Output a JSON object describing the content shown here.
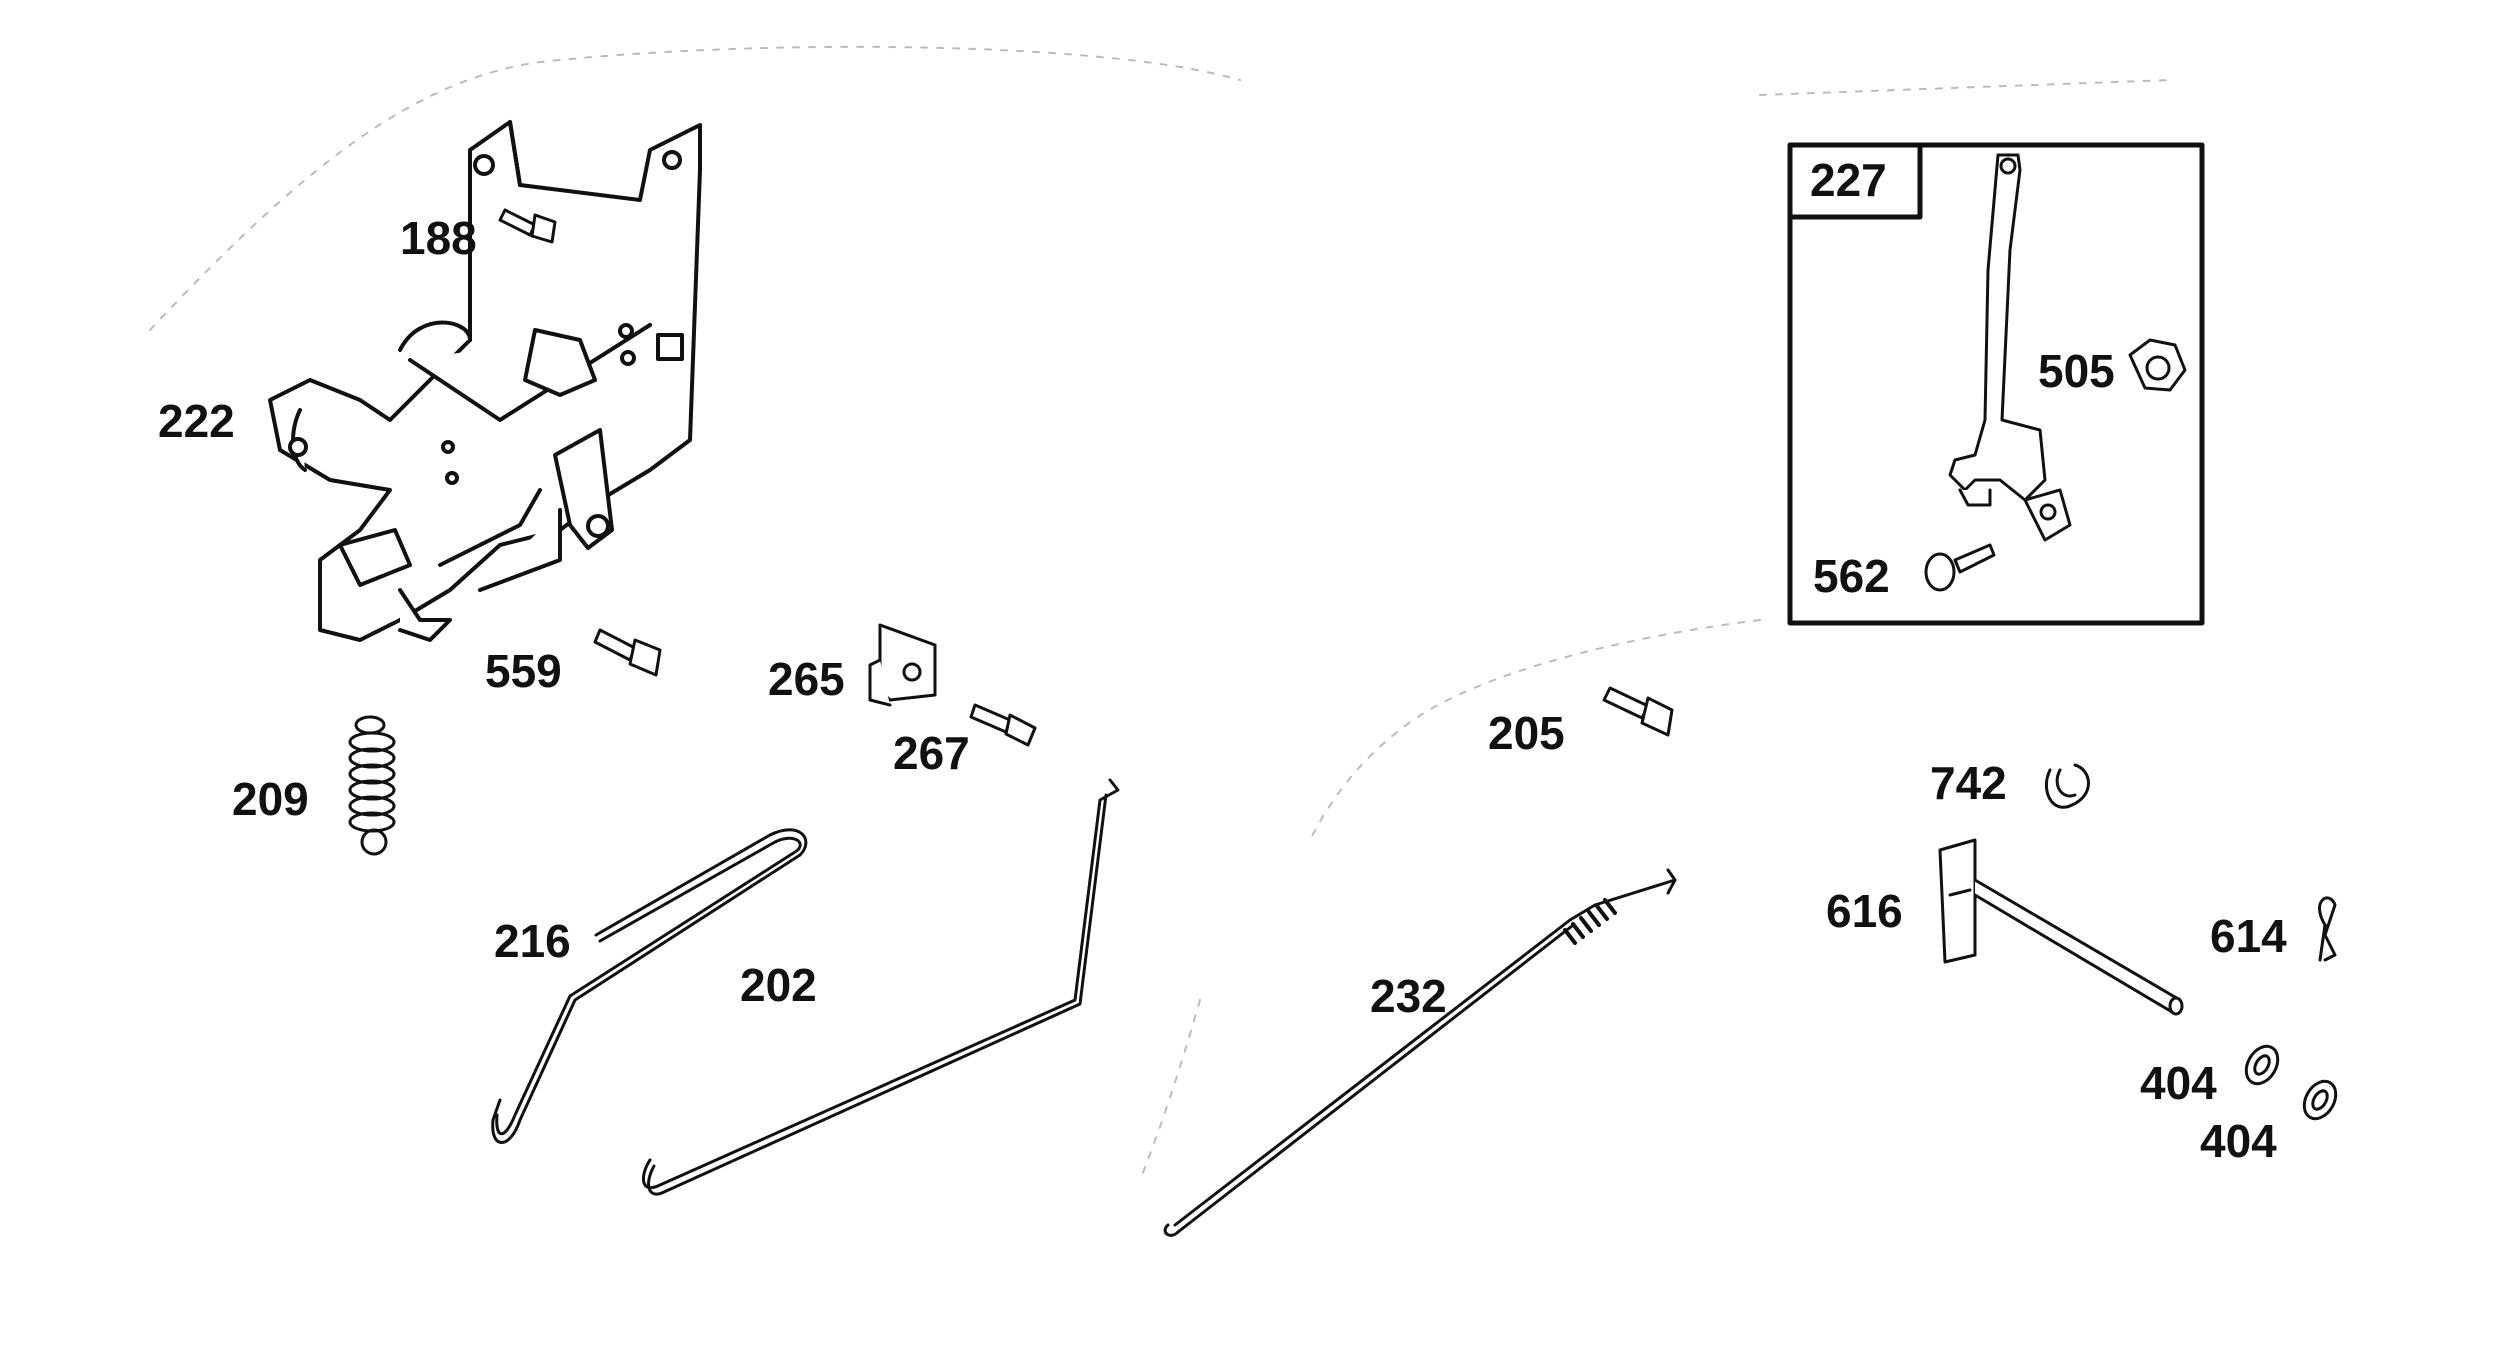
{
  "diagram": {
    "colors": {
      "ink": "#111111",
      "paper": "#ffffff",
      "fill": "#ffffff"
    },
    "inset": {
      "label": "227"
    },
    "callouts": {
      "p188": "188",
      "p222": "222",
      "p559": "559",
      "p209": "209",
      "p265": "265",
      "p267": "267",
      "p216": "216",
      "p202": "202",
      "p205": "205",
      "p232": "232",
      "p505": "505",
      "p562": "562",
      "p742": "742",
      "p616": "616",
      "p614": "614",
      "p404a": "404",
      "p404b": "404"
    }
  }
}
